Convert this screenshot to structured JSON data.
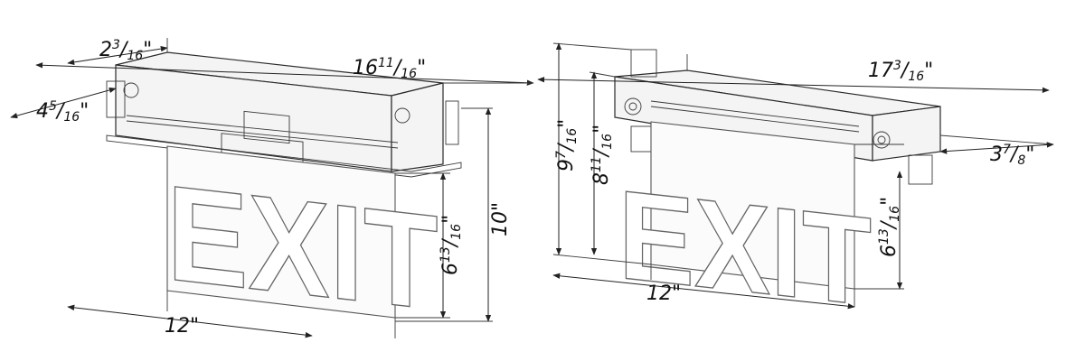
{
  "left_view": {
    "sign_text": "EXIT",
    "depth_dim": {
      "whole": "2",
      "num": "3",
      "den": "16",
      "unit": "\""
    },
    "length_dim": {
      "whole": "16",
      "num": "11",
      "den": "16",
      "unit": "\""
    },
    "side_dim": {
      "whole": "4",
      "num": "5",
      "den": "16",
      "unit": "\""
    },
    "panel_height_dim": {
      "whole": "6",
      "num": "13",
      "den": "16",
      "unit": "\""
    },
    "overall_height_dim": "10\"",
    "width_dim": "12\""
  },
  "right_view": {
    "sign_text": "EXIT",
    "length_dim": {
      "whole": "17",
      "num": "3",
      "den": "16",
      "unit": "\""
    },
    "depth_dim": {
      "whole": "3",
      "num": "7",
      "den": "8",
      "unit": "\""
    },
    "height_a_dim": {
      "whole": "9",
      "num": "7",
      "den": "16",
      "unit": "\""
    },
    "height_b_dim": {
      "whole": "8",
      "num": "11",
      "den": "16",
      "unit": "\""
    },
    "panel_height_dim": {
      "whole": "6",
      "num": "13",
      "den": "16",
      "unit": "\""
    },
    "width_dim": "12\""
  }
}
